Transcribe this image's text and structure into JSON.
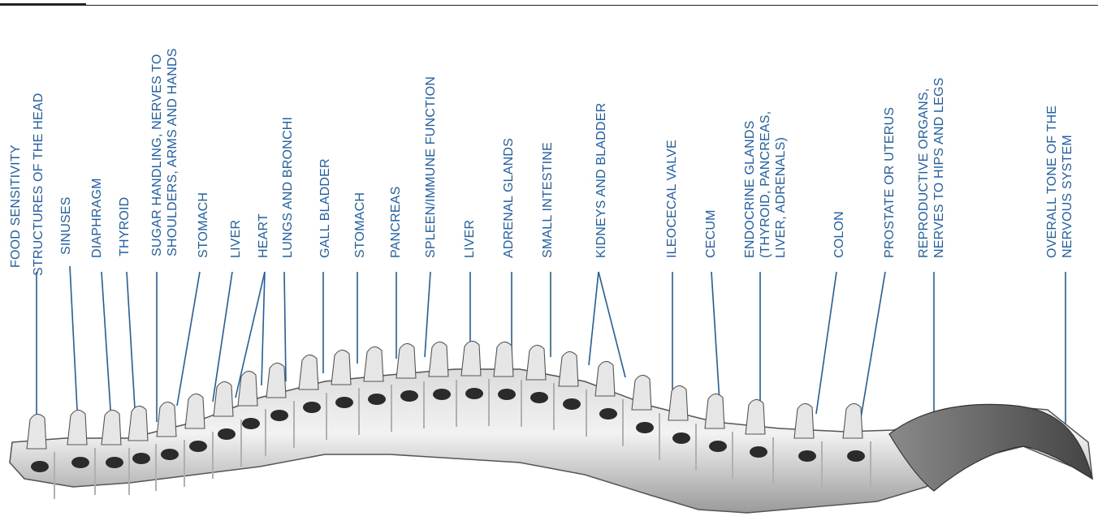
{
  "diagram": {
    "subject": "spine-lateral-view",
    "label_color": "#1f5fa6",
    "line_color": "#1f5fa6",
    "labels": [
      {
        "text": "FOOD SENSITIVITY"
      },
      {
        "text": "STRUCTURES OF THE HEAD"
      },
      {
        "text": "SINUSES"
      },
      {
        "text": "DIAPHRAGM"
      },
      {
        "text": "THYROID"
      },
      {
        "text": "SUGAR HANDLING, NERVES TO\nSHOULDERS, ARMS AND HANDS"
      },
      {
        "text": "STOMACH"
      },
      {
        "text": "LIVER"
      },
      {
        "text": "HEART"
      },
      {
        "text": "LUNGS AND BRONCHI"
      },
      {
        "text": "GALL BLADDER"
      },
      {
        "text": "STOMACH"
      },
      {
        "text": "PANCREAS"
      },
      {
        "text": "SPLEEN/IMMUNE FUNCTION"
      },
      {
        "text": "LIVER"
      },
      {
        "text": "ADRENAL GLANDS"
      },
      {
        "text": "SMALL INTESTINE"
      },
      {
        "text": "KIDNEYS AND BLADDER"
      },
      {
        "text": "ILEOCECAL VALVE"
      },
      {
        "text": "CECUM"
      },
      {
        "text": "ENDOCRINE GLANDS\n(THYROID, PANCREAS,\nLIVER, ADRENALS)"
      },
      {
        "text": "COLON"
      },
      {
        "text": "PROSTATE OR UTERUS"
      },
      {
        "text": "REPRODUCTIVE ORGANS,\nNERVES TO HIPS AND LEGS"
      },
      {
        "text": "OVERALL TONE OF THE\nNERVOUS SYSTEM"
      }
    ]
  }
}
